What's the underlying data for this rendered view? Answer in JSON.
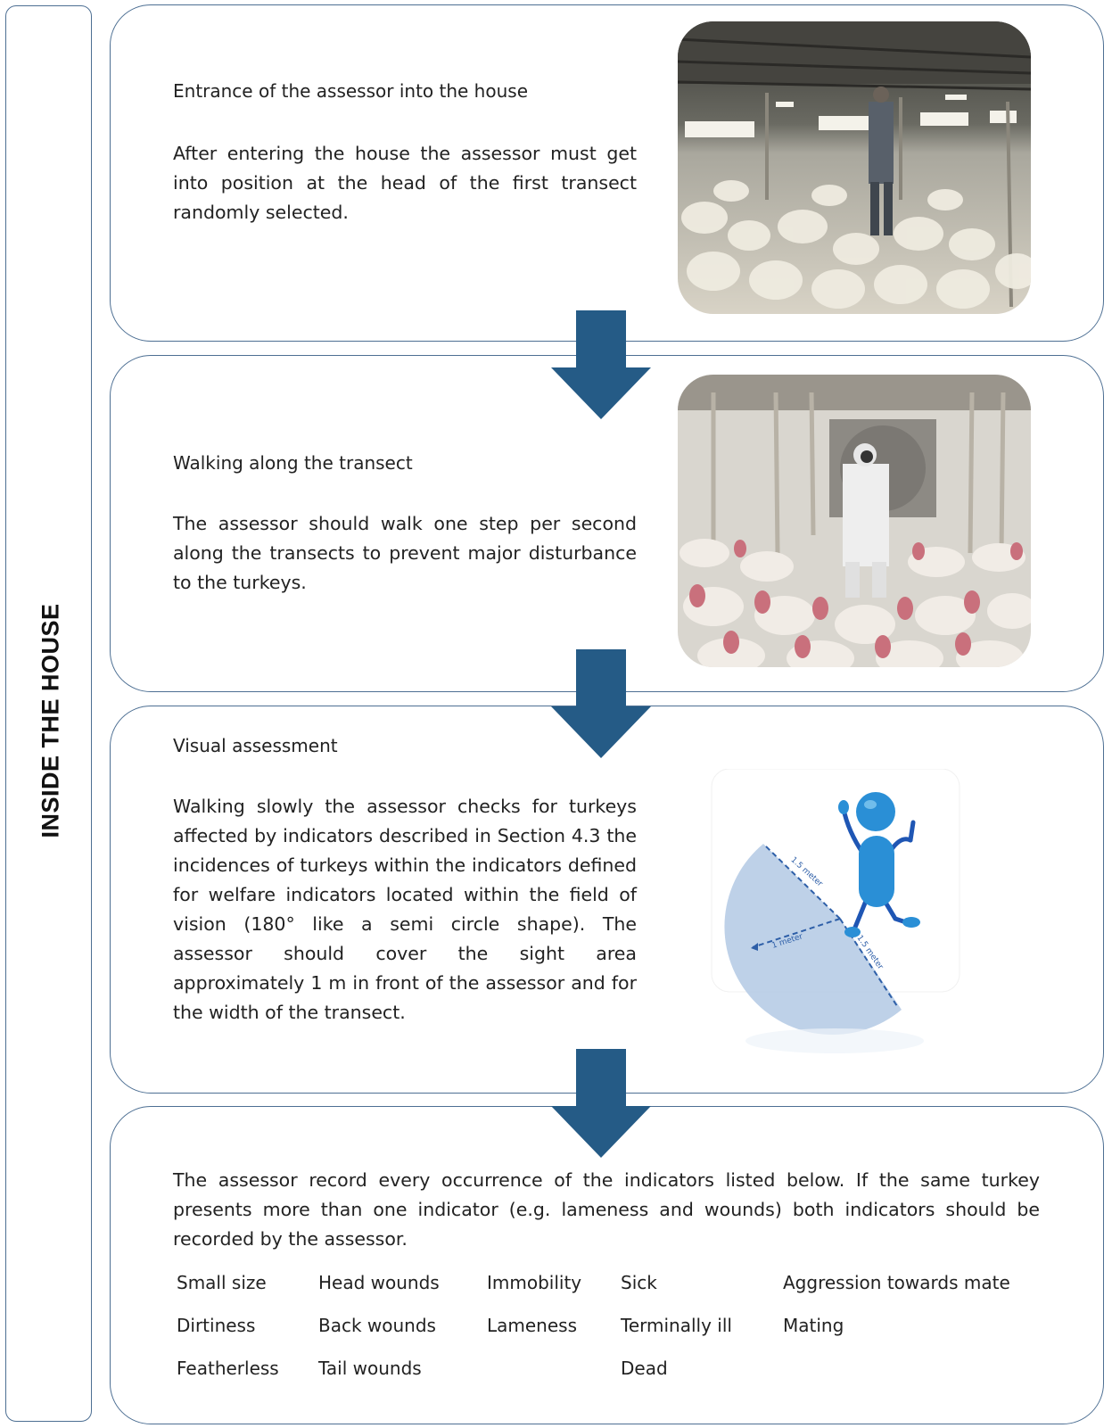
{
  "sidebar": {
    "title": "INSIDE THE HOUSE"
  },
  "steps": [
    {
      "title": "Entrance of the assessor into the house",
      "body": "After entering the house the assessor must get into position at the head of the first transect randomly selected."
    },
    {
      "title": "Walking along the transect",
      "body": "The assessor should walk one step per second along the  transects to prevent major disturbance to the turkeys."
    },
    {
      "title": "Visual assessment",
      "body": "Walking slowly the assessor checks for turkeys affected by indicators described in Section 4.3 the incidences of turkeys within the indicators defined for welfare indicators located within the field of vision (180° like a semi circle shape). The assessor should cover the sight area approximately 1 m in front of the assessor and for the width of the transect.",
      "figure_labels": {
        "radius_left": "1.5 meter",
        "radius_right": "1.5 meter",
        "depth": "1 meter"
      }
    },
    {
      "body": "The assessor record every occurrence of the indicators listed below. If the same turkey presents more than one indicator (e.g. lameness and wounds) both indicators should be recorded by the assessor."
    }
  ],
  "indicators": [
    [
      "Small size",
      "Dirtiness",
      "Featherless"
    ],
    [
      "Head wounds",
      "Back wounds",
      "Tail wounds"
    ],
    [
      "Immobility",
      "Lameness"
    ],
    [
      "Sick",
      "Terminally ill",
      "Dead"
    ],
    [
      "Aggression towards mate",
      "Mating"
    ]
  ],
  "icons": [
    "turkey-house-photo",
    "assessor-walking-photo",
    "stick-figure-icon",
    "down-arrow-icon"
  ],
  "colors": {
    "border": "#4d6f93",
    "arrow": "#255b86",
    "figure": "#2a8fd6"
  }
}
